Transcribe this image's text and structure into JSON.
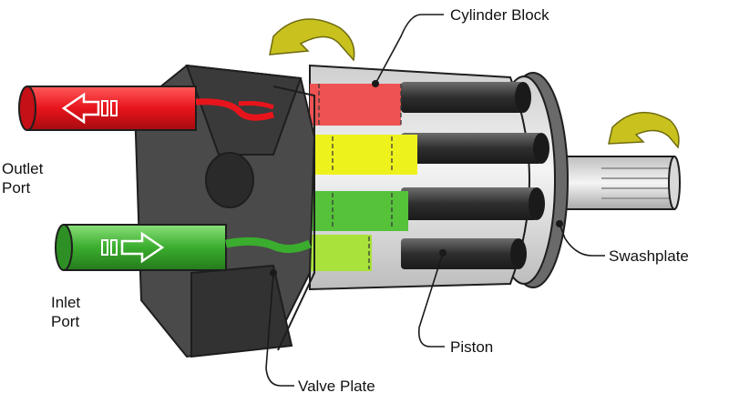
{
  "labels": {
    "cylinder_block": "Cylinder Block",
    "outlet_port_line1": "Outlet",
    "outlet_port_line2": "Port",
    "inlet_port_line1": "Inlet",
    "inlet_port_line2": "Port",
    "swashplate": "Swashplate",
    "piston": "Piston",
    "valve_plate": "Valve Plate"
  },
  "colors": {
    "outlet_flow": "#e8141c",
    "inlet_flow": "#3aad2e",
    "piston_yellow": "#eef21c",
    "rotation_arrow": "#c9c21e",
    "housing_dark": "#3c3c3c"
  }
}
